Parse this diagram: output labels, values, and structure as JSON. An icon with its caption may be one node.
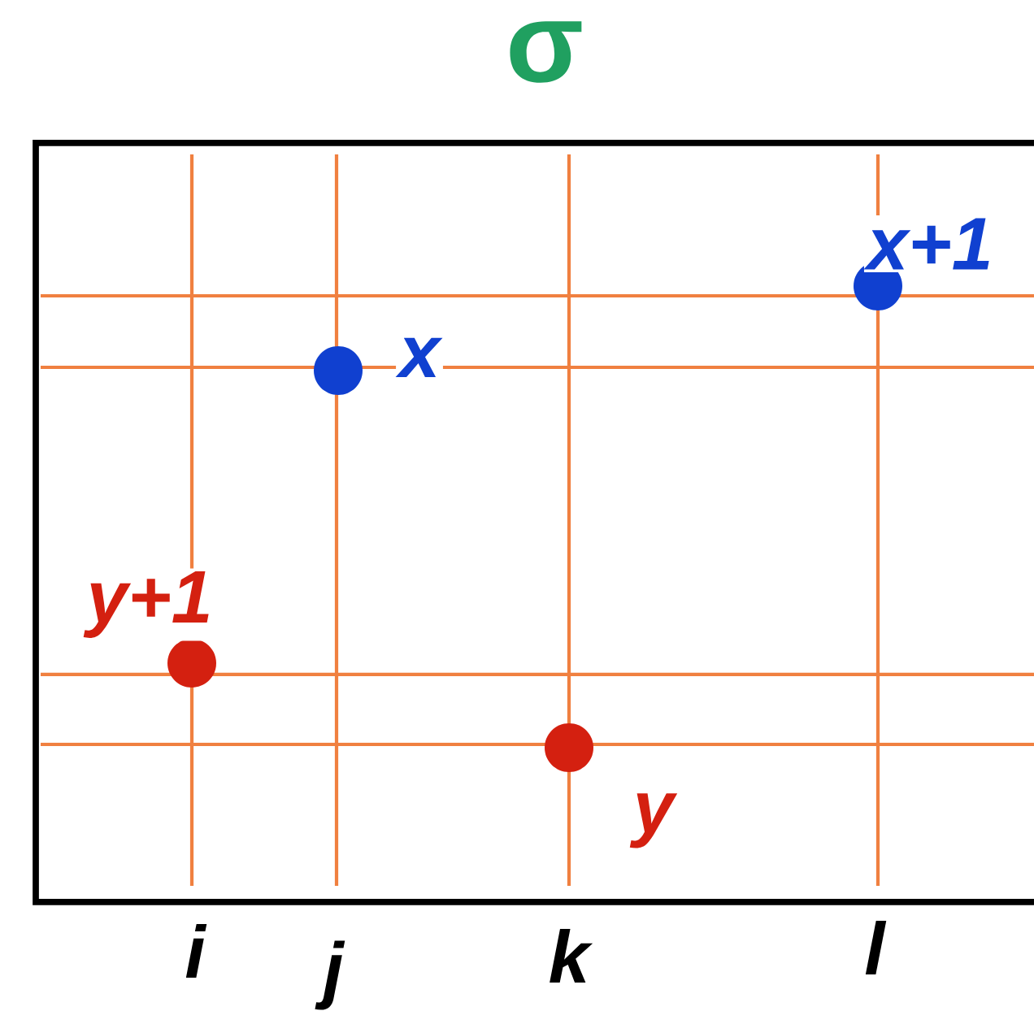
{
  "diagram": {
    "title": "σ",
    "nodes": [
      {
        "text": [],
        "shape": "circle",
        "beside": [
          "x+1"
        ]
      },
      {
        "text": [],
        "shape": "circle",
        "beside": [
          "x"
        ]
      },
      {
        "text": [],
        "shape": "circle",
        "beside": [
          "y+1"
        ]
      },
      {
        "text": [],
        "shape": "circle",
        "beside": [
          "y"
        ]
      }
    ],
    "labels": [
      "i",
      "j",
      "k",
      "l"
    ]
  }
}
